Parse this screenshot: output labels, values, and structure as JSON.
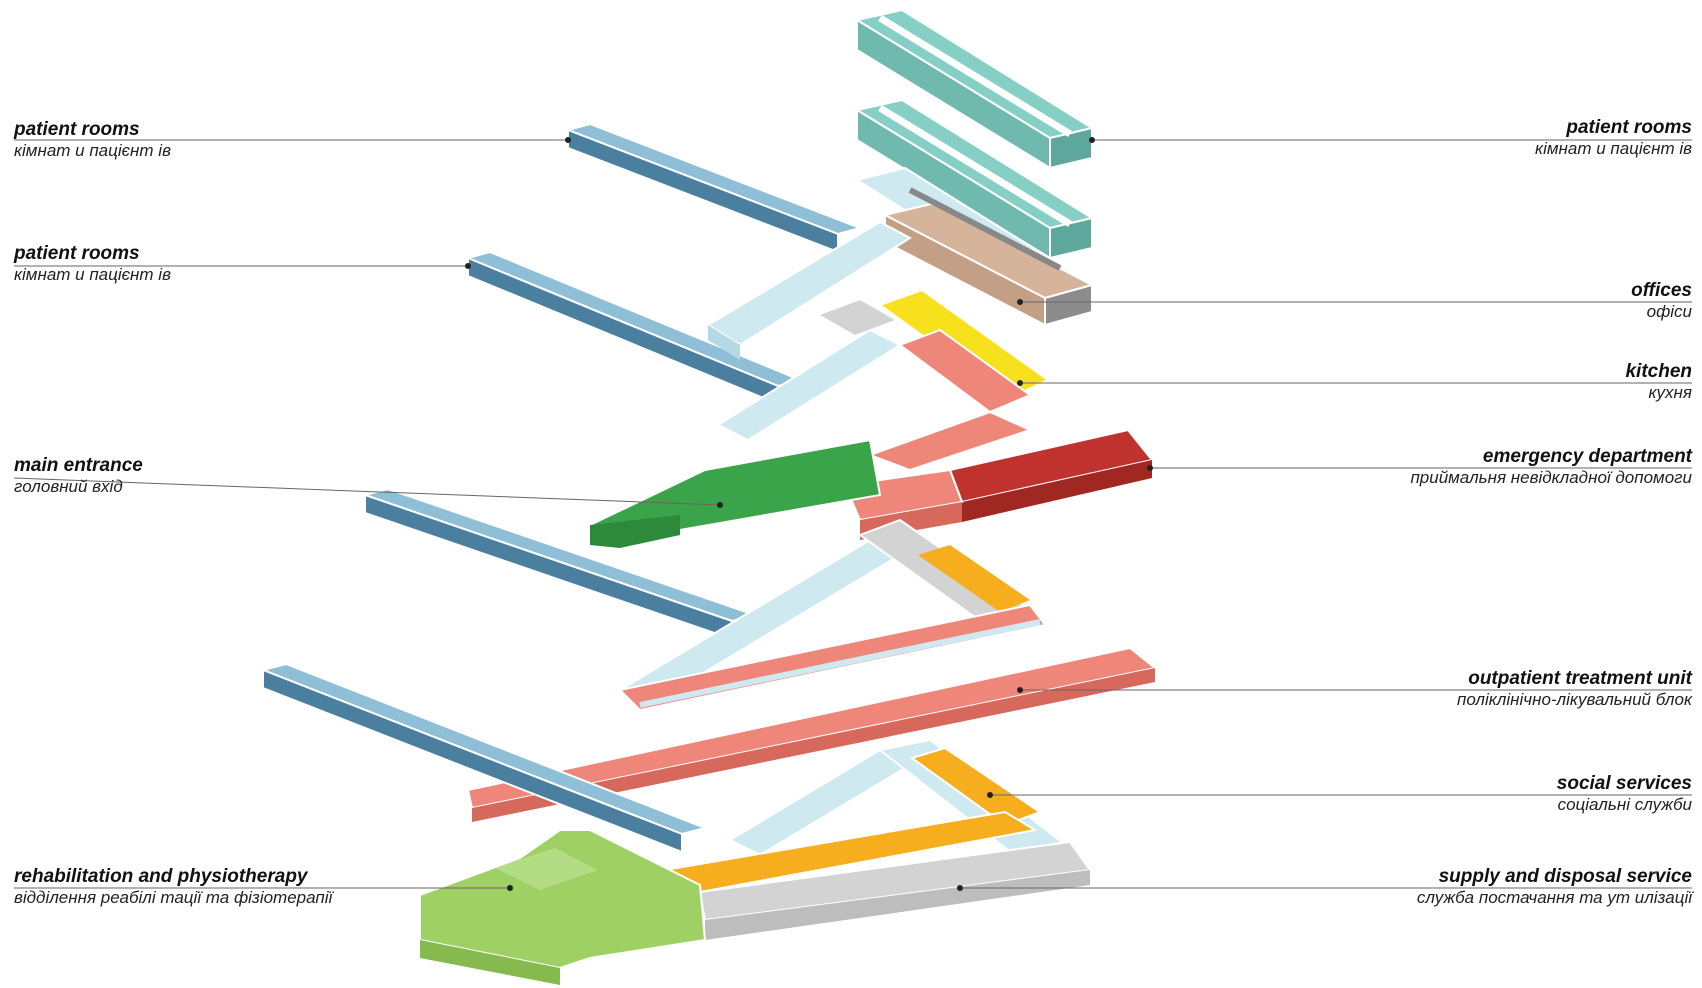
{
  "colors": {
    "patient_rooms_blue": "#4a7fa0",
    "patient_rooms_teal": "#86cfc4",
    "corridor": "#cfe9f1",
    "offices": "#d6b49c",
    "kitchen": "#f7e11c",
    "emergency": "#c0322e",
    "outpatient": "#ee8679",
    "main_entrance": "#3aa44a",
    "social_services": "#f6ad1e",
    "rehabilitation": "#9fd063",
    "supply_disposal": "#d3d3d3",
    "leader_line": "#666666"
  },
  "labels": {
    "patient_rooms_left_1": {
      "title": "patient rooms",
      "subtitle": "кімнат и пацієнт ів"
    },
    "patient_rooms_left_2": {
      "title": "patient rooms",
      "subtitle": "кімнат и пацієнт ів"
    },
    "main_entrance": {
      "title": "main entrance",
      "subtitle": "головний вхід"
    },
    "rehabilitation": {
      "title": "rehabilitation and physiotherapy",
      "subtitle": "відділення реабілі тації та фізіотерапії"
    },
    "patient_rooms_right": {
      "title": "patient rooms",
      "subtitle": "кімнат и пацієнт ів"
    },
    "offices": {
      "title": "offices",
      "subtitle": "офіси"
    },
    "kitchen": {
      "title": "kitchen",
      "subtitle": "кухня"
    },
    "emergency": {
      "title": "emergency department",
      "subtitle": "приймальня невідкладної допомоги"
    },
    "outpatient": {
      "title": "outpatient treatment unit",
      "subtitle": "поліклінічно-лікувальний блок"
    },
    "social_services": {
      "title": "social services",
      "subtitle": "соціальні служби"
    },
    "supply_disposal": {
      "title": "supply and disposal service",
      "subtitle": "служба постачання  та ут илізації"
    }
  }
}
